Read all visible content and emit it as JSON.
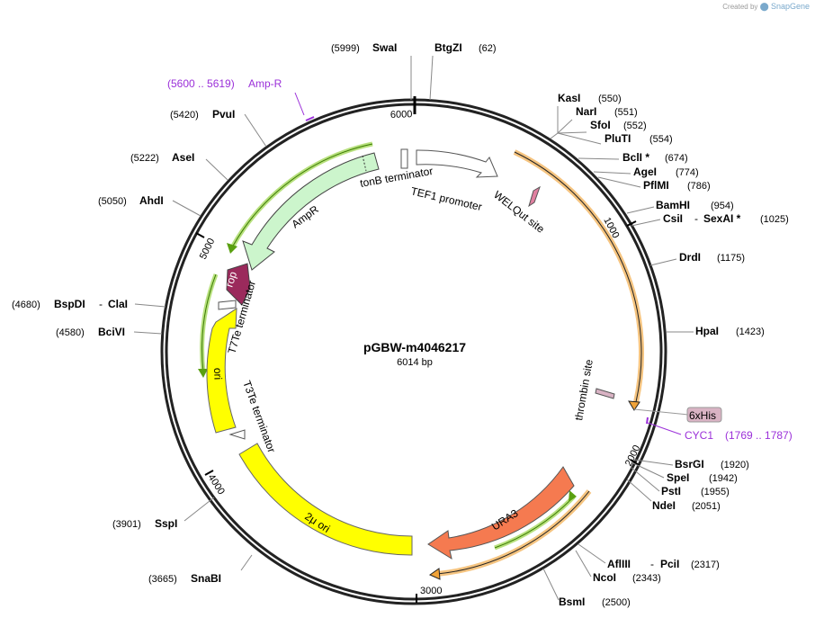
{
  "credit": {
    "created_by": "Created by",
    "brand": "SnapGene"
  },
  "plasmid": {
    "name": "pGBW-m4046217",
    "length_label": "6014 bp",
    "total_bp": 6014
  },
  "ticks": [
    {
      "label": "1000",
      "bp": 1000
    },
    {
      "label": "2000",
      "bp": 2000
    },
    {
      "label": "3000",
      "bp": 3000
    },
    {
      "label": "4000",
      "bp": 4000
    },
    {
      "label": "5000",
      "bp": 5000
    },
    {
      "label": "6000",
      "bp": 6000
    }
  ],
  "sites": [
    {
      "name": "SwaI",
      "pos": "(5999)"
    },
    {
      "name": "BtgZI",
      "pos": "(62)"
    },
    {
      "name": "KasI",
      "pos": "(550)"
    },
    {
      "name": "NarI",
      "pos": "(551)"
    },
    {
      "name": "SfoI",
      "pos": "(552)"
    },
    {
      "name": "PluTI",
      "pos": "(554)"
    },
    {
      "name": "BclI *",
      "pos": "(674)"
    },
    {
      "name": "AgeI",
      "pos": "(774)"
    },
    {
      "name": "PflMI",
      "pos": "(786)"
    },
    {
      "name": "BamHI",
      "pos": "(954)"
    },
    {
      "name": "CsiI",
      "name2": "SexAI *",
      "pos": "(1025)"
    },
    {
      "name": "DrdI",
      "pos": "(1175)"
    },
    {
      "name": "HpaI",
      "pos": "(1423)"
    },
    {
      "name": "BsrGI",
      "pos": "(1920)"
    },
    {
      "name": "SpeI",
      "pos": "(1942)"
    },
    {
      "name": "PstI",
      "pos": "(1955)"
    },
    {
      "name": "NdeI",
      "pos": "(2051)"
    },
    {
      "name": "AflIII",
      "name2": "PciI",
      "pos": "(2317)"
    },
    {
      "name": "NcoI",
      "pos": "(2343)"
    },
    {
      "name": "BsmI",
      "pos": "(2500)"
    },
    {
      "name": "SnaBI",
      "pos": "(3665)"
    },
    {
      "name": "SspI",
      "pos": "(3901)"
    },
    {
      "name": "BciVI",
      "pos": "(4580)"
    },
    {
      "name": "BspDI",
      "name2": "ClaI",
      "pos": "(4680)"
    },
    {
      "name": "AhdI",
      "pos": "(5050)"
    },
    {
      "name": "AseI",
      "pos": "(5222)"
    },
    {
      "name": "PvuI",
      "pos": "(5420)"
    }
  ],
  "primers": [
    {
      "name": "Amp-R",
      "range": "(5600 .. 5619)"
    },
    {
      "name": "CYC1",
      "range": "(1769 .. 1787)"
    }
  ],
  "features": {
    "tonB": "tonB terminator",
    "tef1": "TEF1 promoter",
    "welqut": "WELQut site",
    "ampr": "AmpR",
    "rop": "rop",
    "t7te": "T7Te terminator",
    "ori": "ori",
    "t3te": "T3Te terminator",
    "two_micron": "2μ ori",
    "ura3": "URA3",
    "thrombin": "thrombin site",
    "his": "6xHis"
  },
  "colors": {
    "backbone": "#222222",
    "orf_orange": "#f0a33a",
    "orf_green": "#5aa010",
    "ampr_fill": "#ccf5cc",
    "rop_fill": "#9b2a5c",
    "ori_fill": "#ffff00",
    "ura3_fill": "#f57a50",
    "primer": "#9b30d9",
    "his_badge": "#d9b3c4"
  }
}
